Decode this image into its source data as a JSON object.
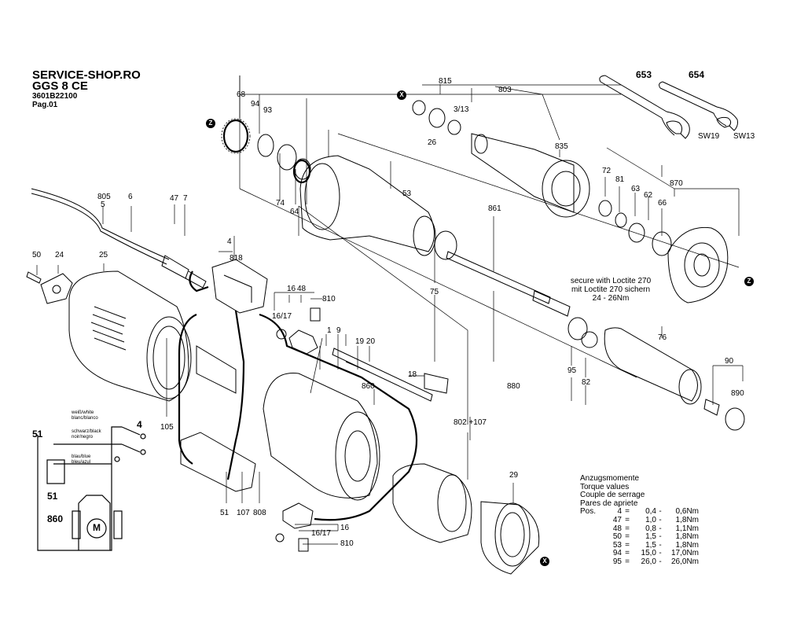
{
  "header": {
    "site": "SERVICE-SHOP.RO",
    "model": "GGS 8 CE",
    "part_number": "3601B22100",
    "page": "Pag.01"
  },
  "loctite_note": {
    "line1": "secure with Loctite 270",
    "line2": "mit Loctite 270 sichern",
    "line3": "24 - 26Nm"
  },
  "torque_table": {
    "titles": [
      "Anzugsmomente",
      "Torque values",
      "Couple de serrage",
      "Pares de apriete"
    ],
    "pos_label": "Pos.",
    "rows": [
      {
        "pos": "4",
        "min": "0,4",
        "max": "0,6Nm"
      },
      {
        "pos": "47",
        "min": "1,0",
        "max": "1,8Nm"
      },
      {
        "pos": "48",
        "min": "0,8",
        "max": "1,1Nm"
      },
      {
        "pos": "50",
        "min": "1,5",
        "max": "1,8Nm"
      },
      {
        "pos": "53",
        "min": "1,5",
        "max": "1,8Nm"
      },
      {
        "pos": "94",
        "min": "15,0",
        "max": "17,0Nm"
      },
      {
        "pos": "95",
        "min": "26,0",
        "max": "26,0Nm"
      }
    ]
  },
  "wiring": {
    "white": "weiß/white",
    "white_es": "blanc/blanco",
    "black": "schwarz/black",
    "black_es": "noir/negro",
    "blue": "blau/blue",
    "blue_es": "bleu/azul",
    "motor": "M"
  },
  "markers": {
    "x": "X",
    "z": "Z"
  },
  "wrench_labels": {
    "sw19": "SW19",
    "sw13": "SW13"
  },
  "parts": {
    "p68": "68",
    "p94": "94",
    "p93": "93",
    "p815": "815",
    "p803": "803",
    "p313": "3/13",
    "p26": "26",
    "p835": "835",
    "p653": "653",
    "p654": "654",
    "p805": "805",
    "p5": "5",
    "p6": "6",
    "p47": "47",
    "p7": "7",
    "p74": "74",
    "p64": "64",
    "p53": "53",
    "p72": "72",
    "p81": "81",
    "p63": "63",
    "p62": "62",
    "p870": "870",
    "p66": "66",
    "p861": "861",
    "p50": "50",
    "p24": "24",
    "p25": "25",
    "p4": "4",
    "p818": "818",
    "p16": "16",
    "p48": "48",
    "p810": "810",
    "p1617": "16/17",
    "p1": "1",
    "p9": "9",
    "p1920": "19 20",
    "p75": "75",
    "p76": "76",
    "p95": "95",
    "p82": "82",
    "p18": "18",
    "p860": "860",
    "p880": "880",
    "p90": "90",
    "p890": "890",
    "p802": "802 +107",
    "p105": "105",
    "p29": "29",
    "p51": "51",
    "p107": "107",
    "p808": "808",
    "p16b": "16",
    "p1617b": "16/17",
    "p810b": "810",
    "w51": "51",
    "w4": "4",
    "w51b": "51",
    "w860": "860"
  }
}
